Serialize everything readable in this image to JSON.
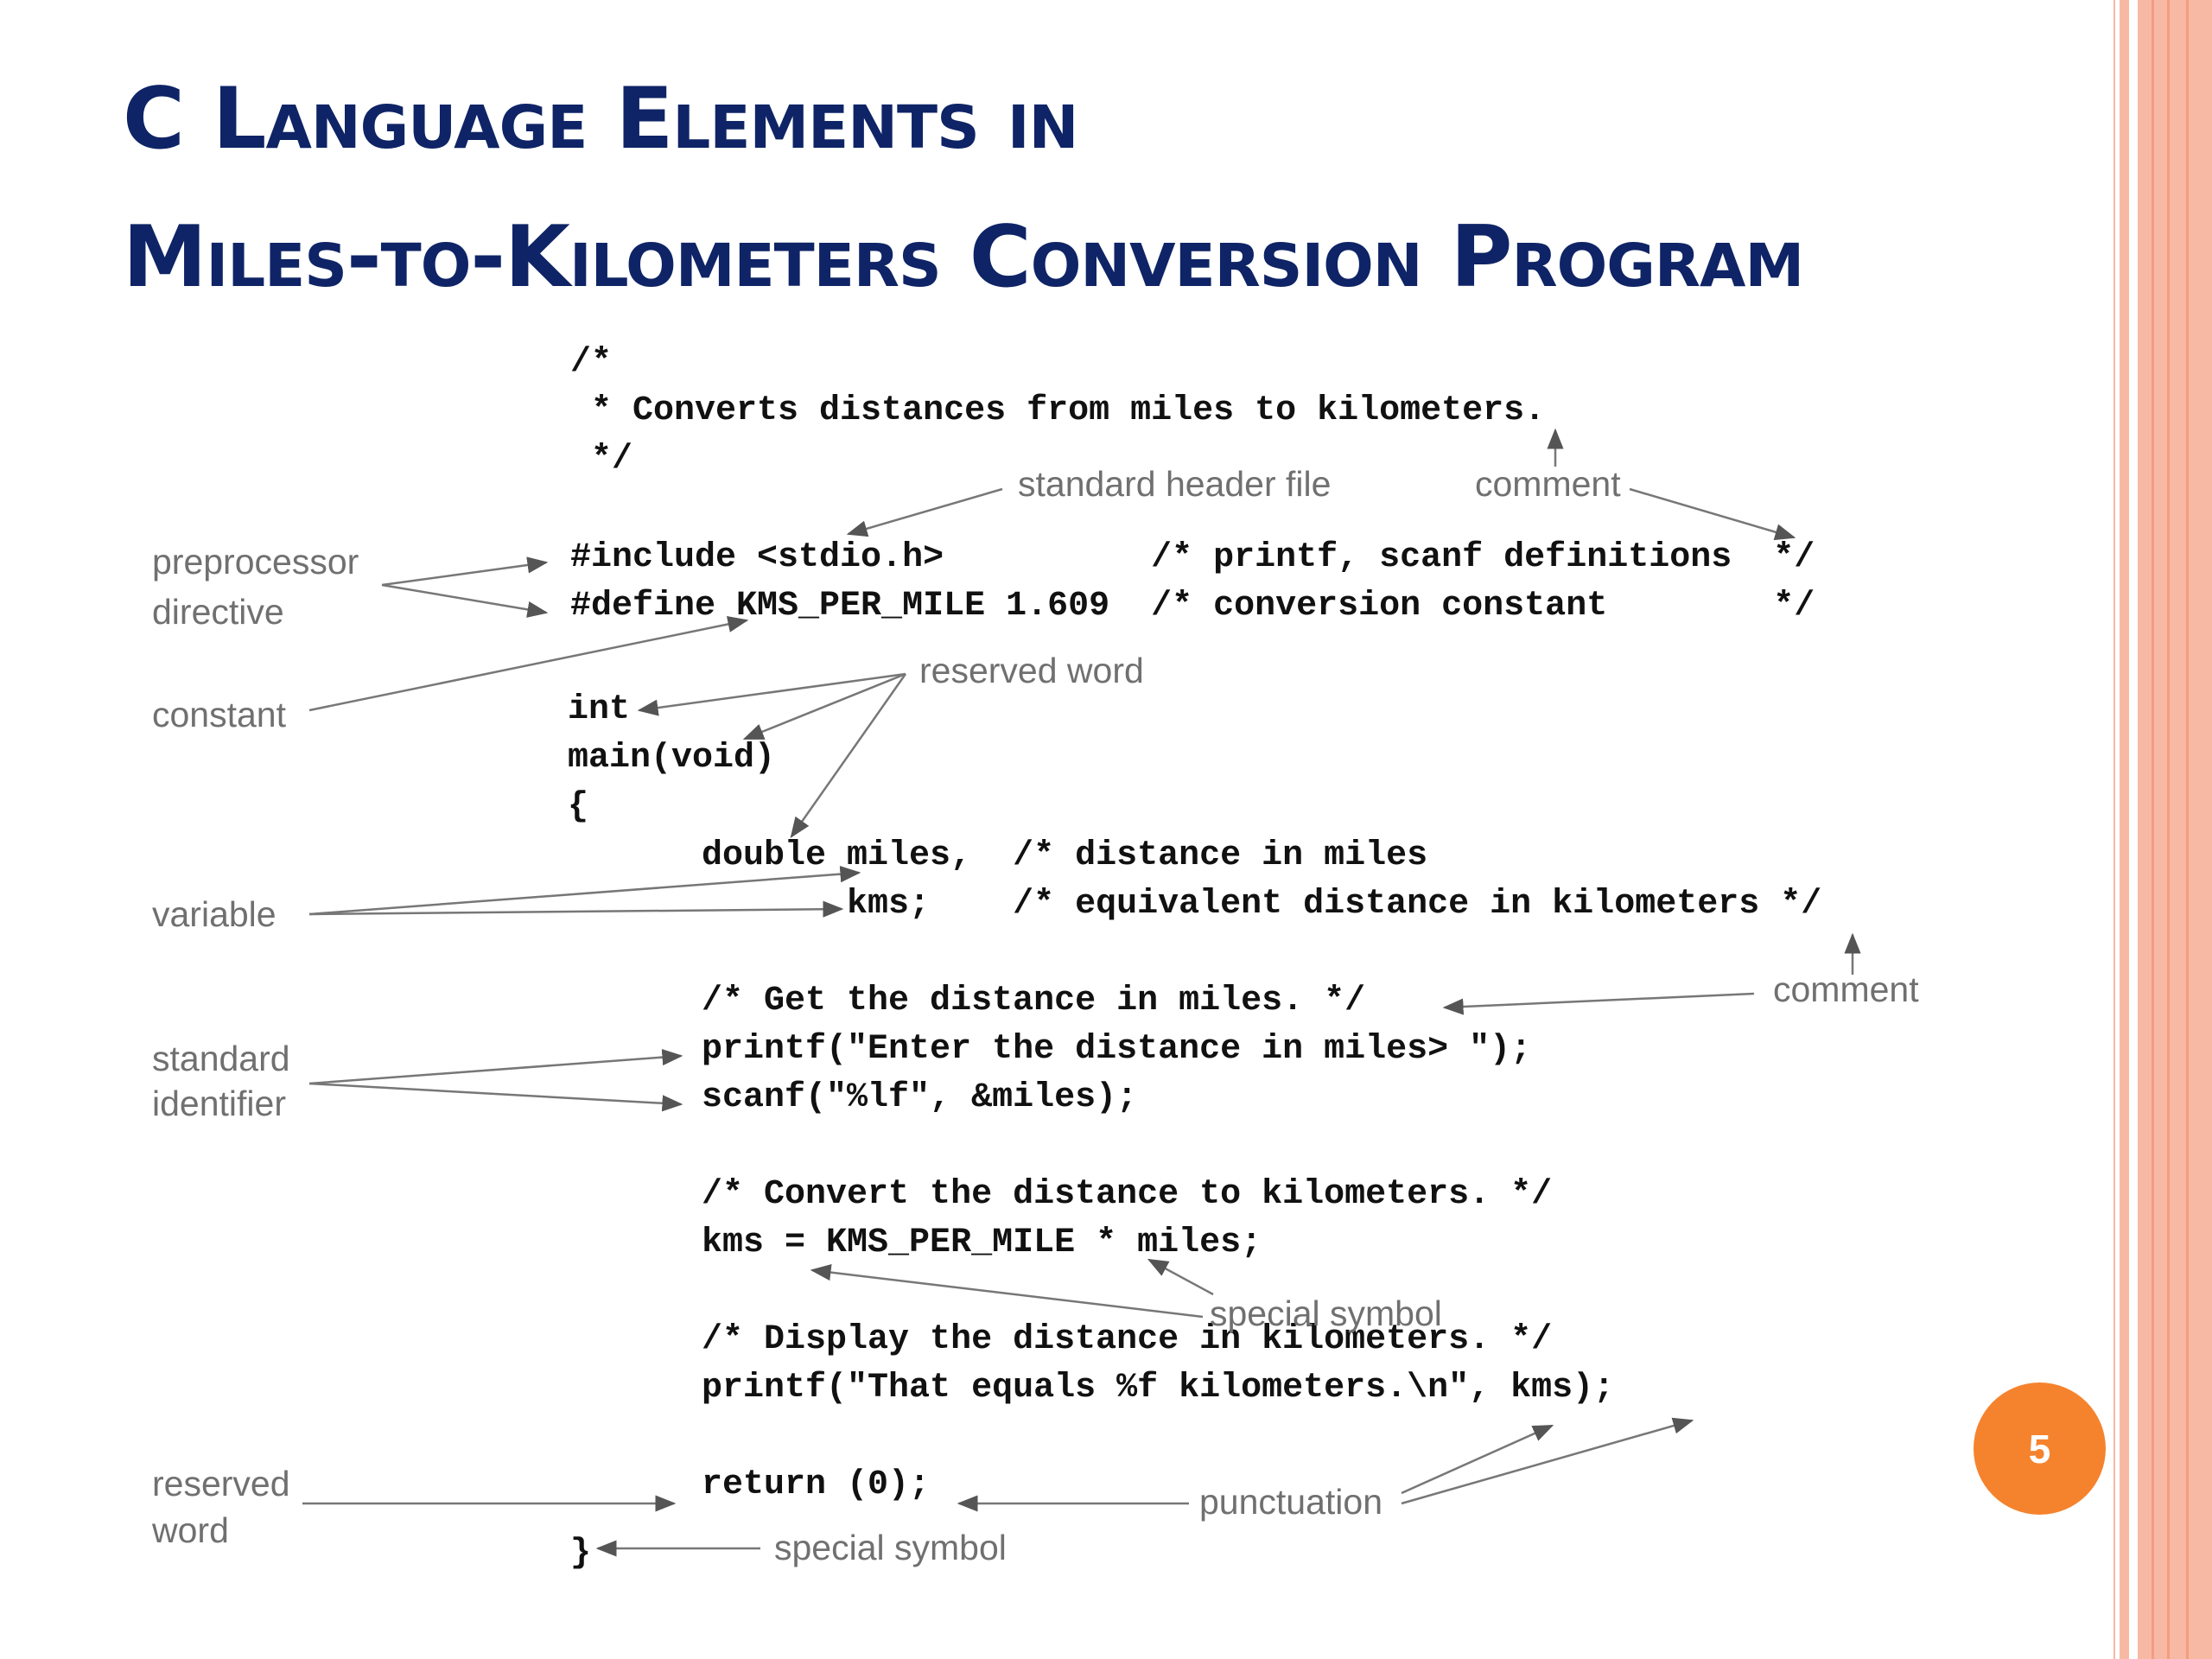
{
  "slide": {
    "title_line1": "C Language Elements in",
    "title_line2": "Miles-to-Kilometers Conversion Program",
    "page_number": "5",
    "colors": {
      "title": "#0f2466",
      "accent_circle": "#f5832d",
      "border_stripes": "#f7b9a4",
      "annotation": "#707070"
    }
  },
  "code": {
    "header": "/*\n * Converts distances from miles to kilometers.\n */",
    "preprocessor": "#include <stdio.h>          /* printf, scanf definitions  */\n#define KMS_PER_MILE 1.609  /* conversion constant        */",
    "main_open": "int\nmain(void)\n{",
    "body": "    double miles,  /* distance in miles\n           kms;    /* equivalent distance in kilometers */\n\n    /* Get the distance in miles. */\n    printf(\"Enter the distance in miles> \");\n    scanf(\"%lf\", &miles);\n\n    /* Convert the distance to kilometers. */\n    kms = KMS_PER_MILE * miles;\n\n    /* Display the distance in kilometers. */\n    printf(\"That equals %f kilometers.\\n\", kms);\n\n    return (0);",
    "main_close": "}"
  },
  "annotations": {
    "standard_header_file": "standard header file",
    "comment_top": "comment",
    "preprocessor_directive": "preprocessor\ndirective",
    "constant": "constant",
    "reserved_word_top": "reserved word",
    "variable": "variable",
    "comment_right": "comment",
    "standard_identifier": "standard\nidentifier",
    "special_symbol_mid": "special symbol",
    "reserved_word_bottom": "reserved\nword",
    "punctuation": "punctuation",
    "special_symbol_bottom": "special symbol"
  }
}
